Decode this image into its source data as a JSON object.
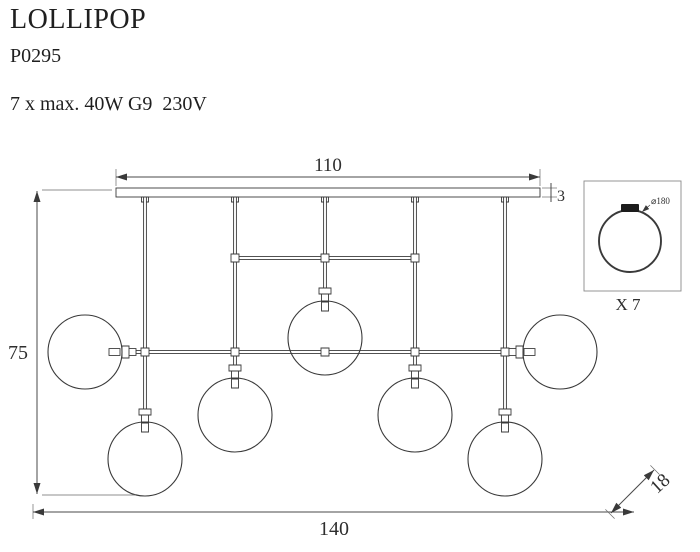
{
  "product": {
    "name": "LOLLIPOP",
    "code": "P0295",
    "spec": "7 x max. 40W G9  230V"
  },
  "dimensions": {
    "canopy_width": "110",
    "canopy_thickness": "3",
    "height": "75",
    "total_width": "140",
    "depth": "18"
  },
  "detail": {
    "globe_diameter": "⌀180",
    "globe_count": "X 7"
  },
  "colors": {
    "line": "#3a3a3a",
    "text": "#1f1f1f",
    "background": "#ffffff"
  }
}
